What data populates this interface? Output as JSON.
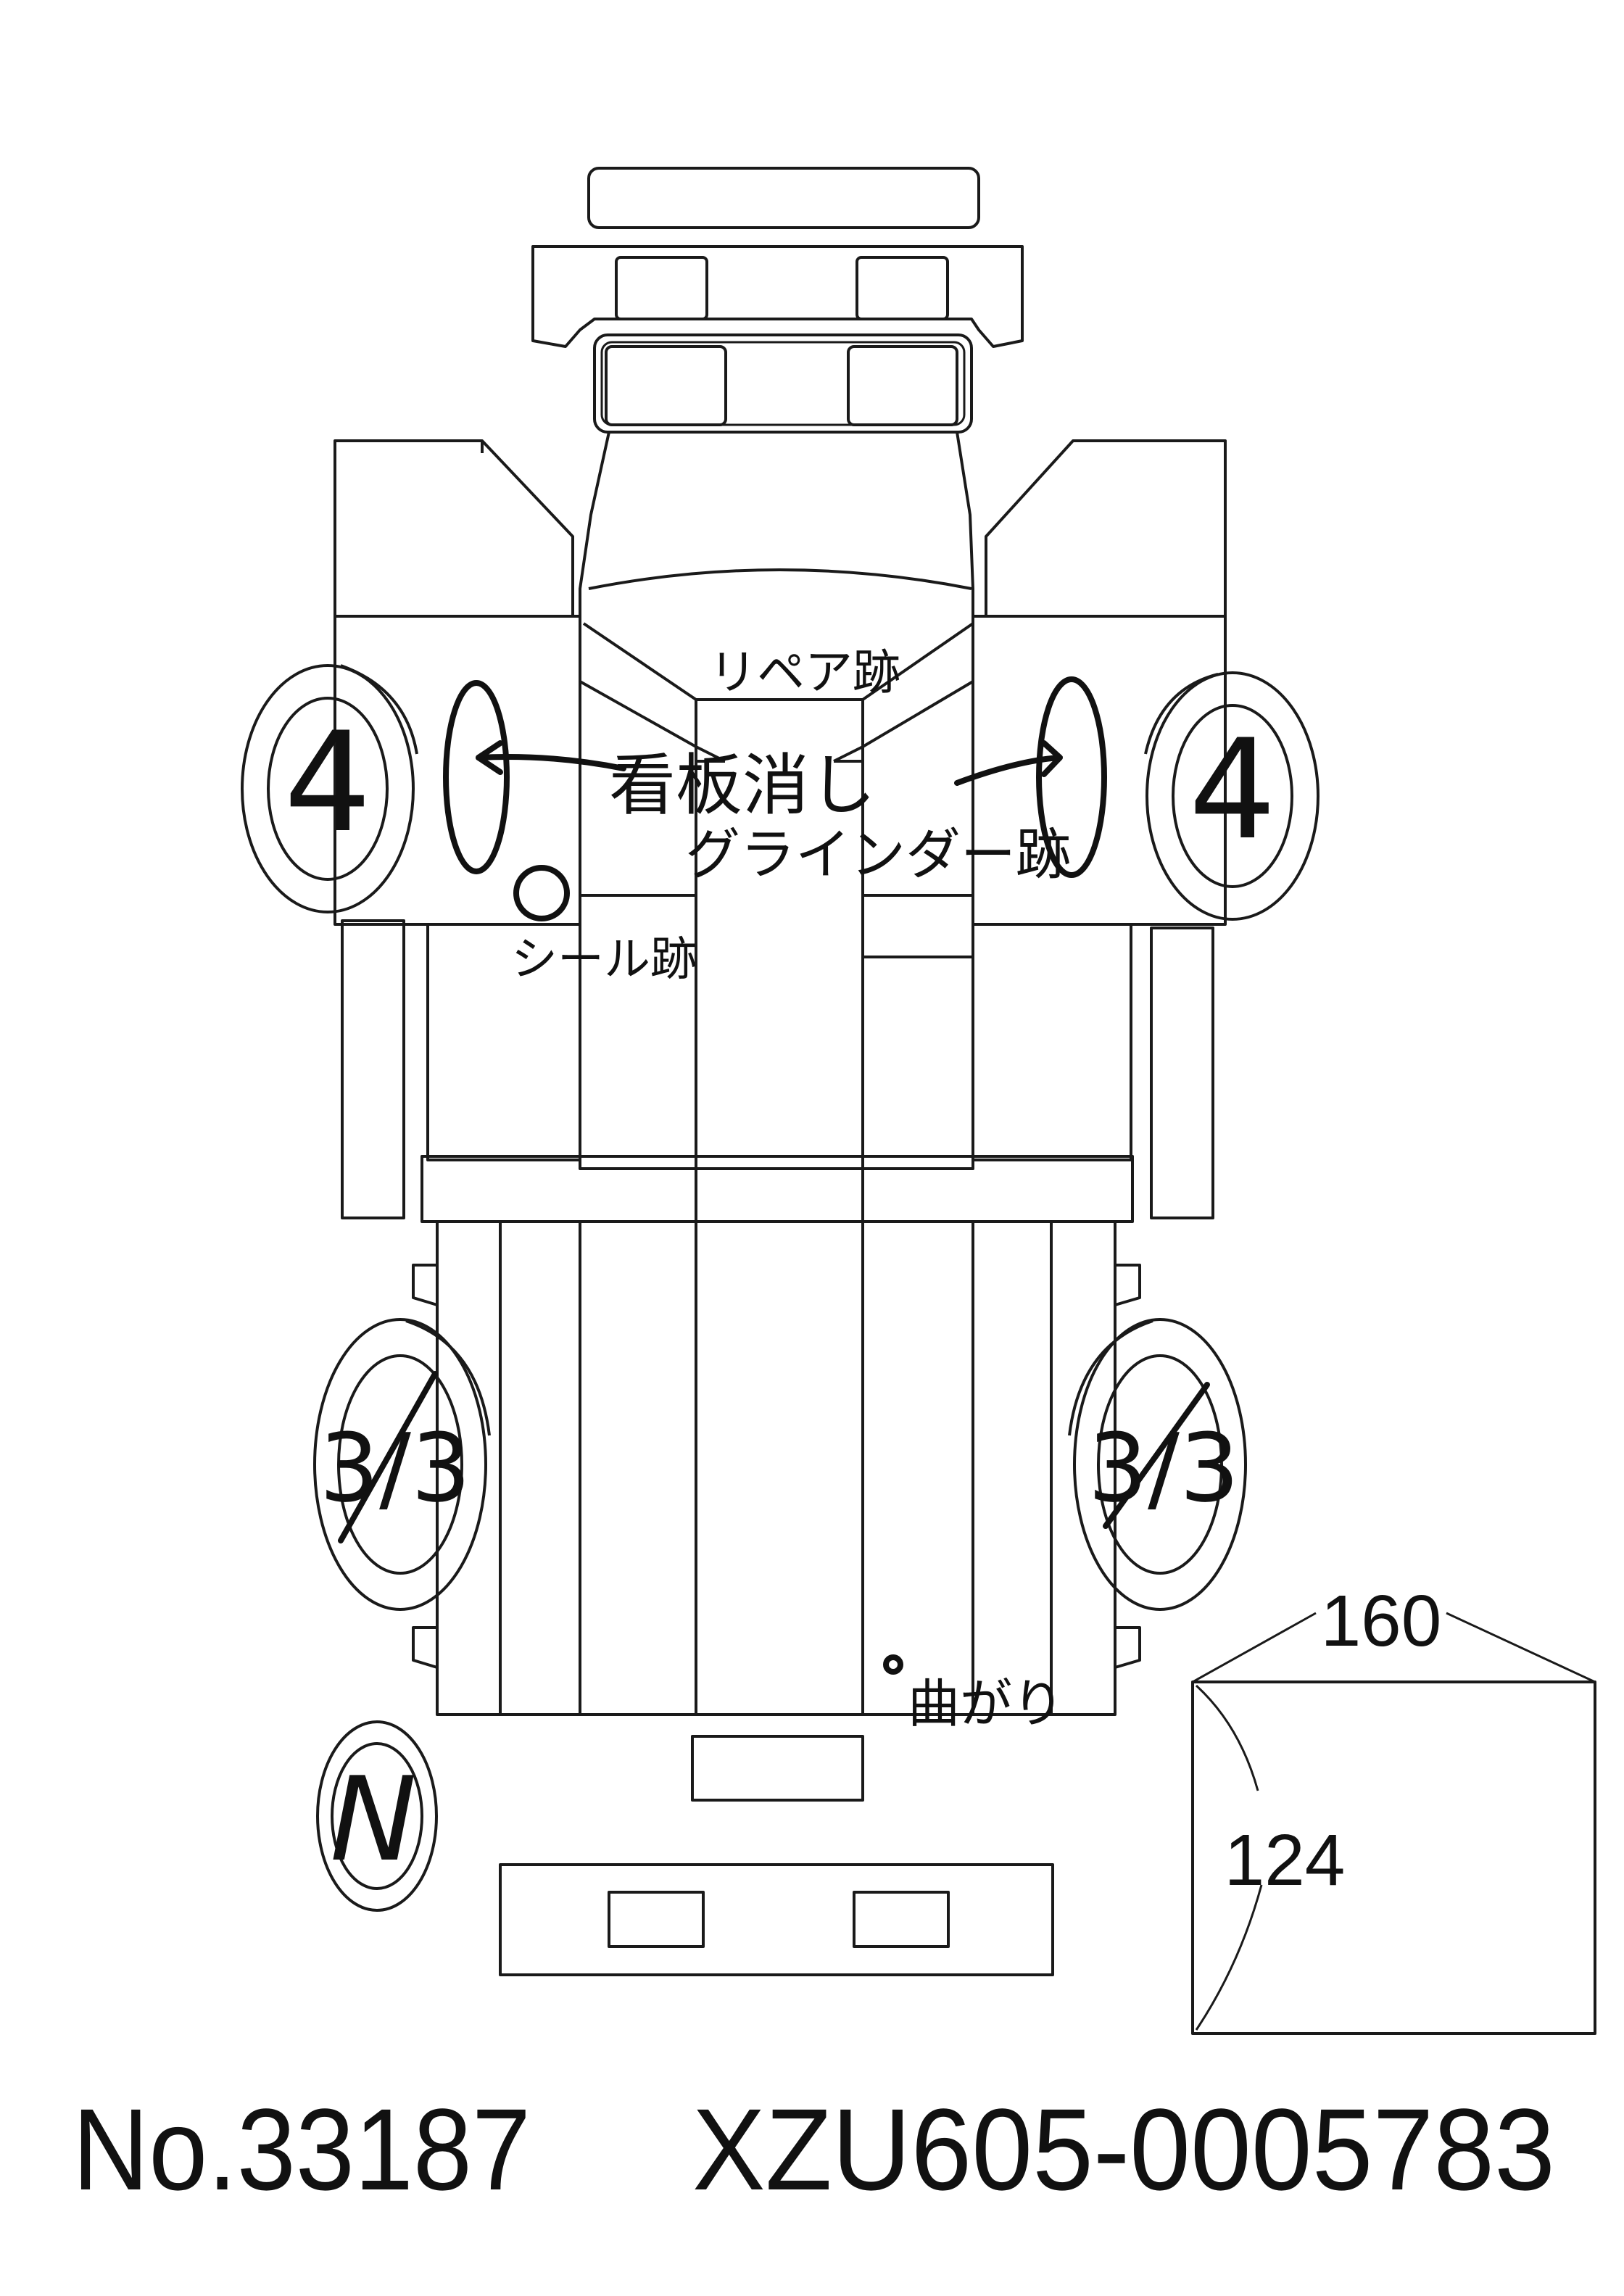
{
  "annotations": {
    "repair_mark": "リペア跡",
    "sign_removed": "看板消し",
    "grinder_mark": "グラインダー跡",
    "seal_mark": "シール跡",
    "bent": "曲がり"
  },
  "tires": {
    "front_left": "4",
    "front_right": "4",
    "rear_left": "3/3",
    "rear_right": "3/3",
    "spare": "N"
  },
  "cargo_dimensions": {
    "width": "160",
    "length": "124"
  },
  "footer": {
    "stock_number": "No.33187",
    "chassis_number": "XZU605-0005783"
  }
}
